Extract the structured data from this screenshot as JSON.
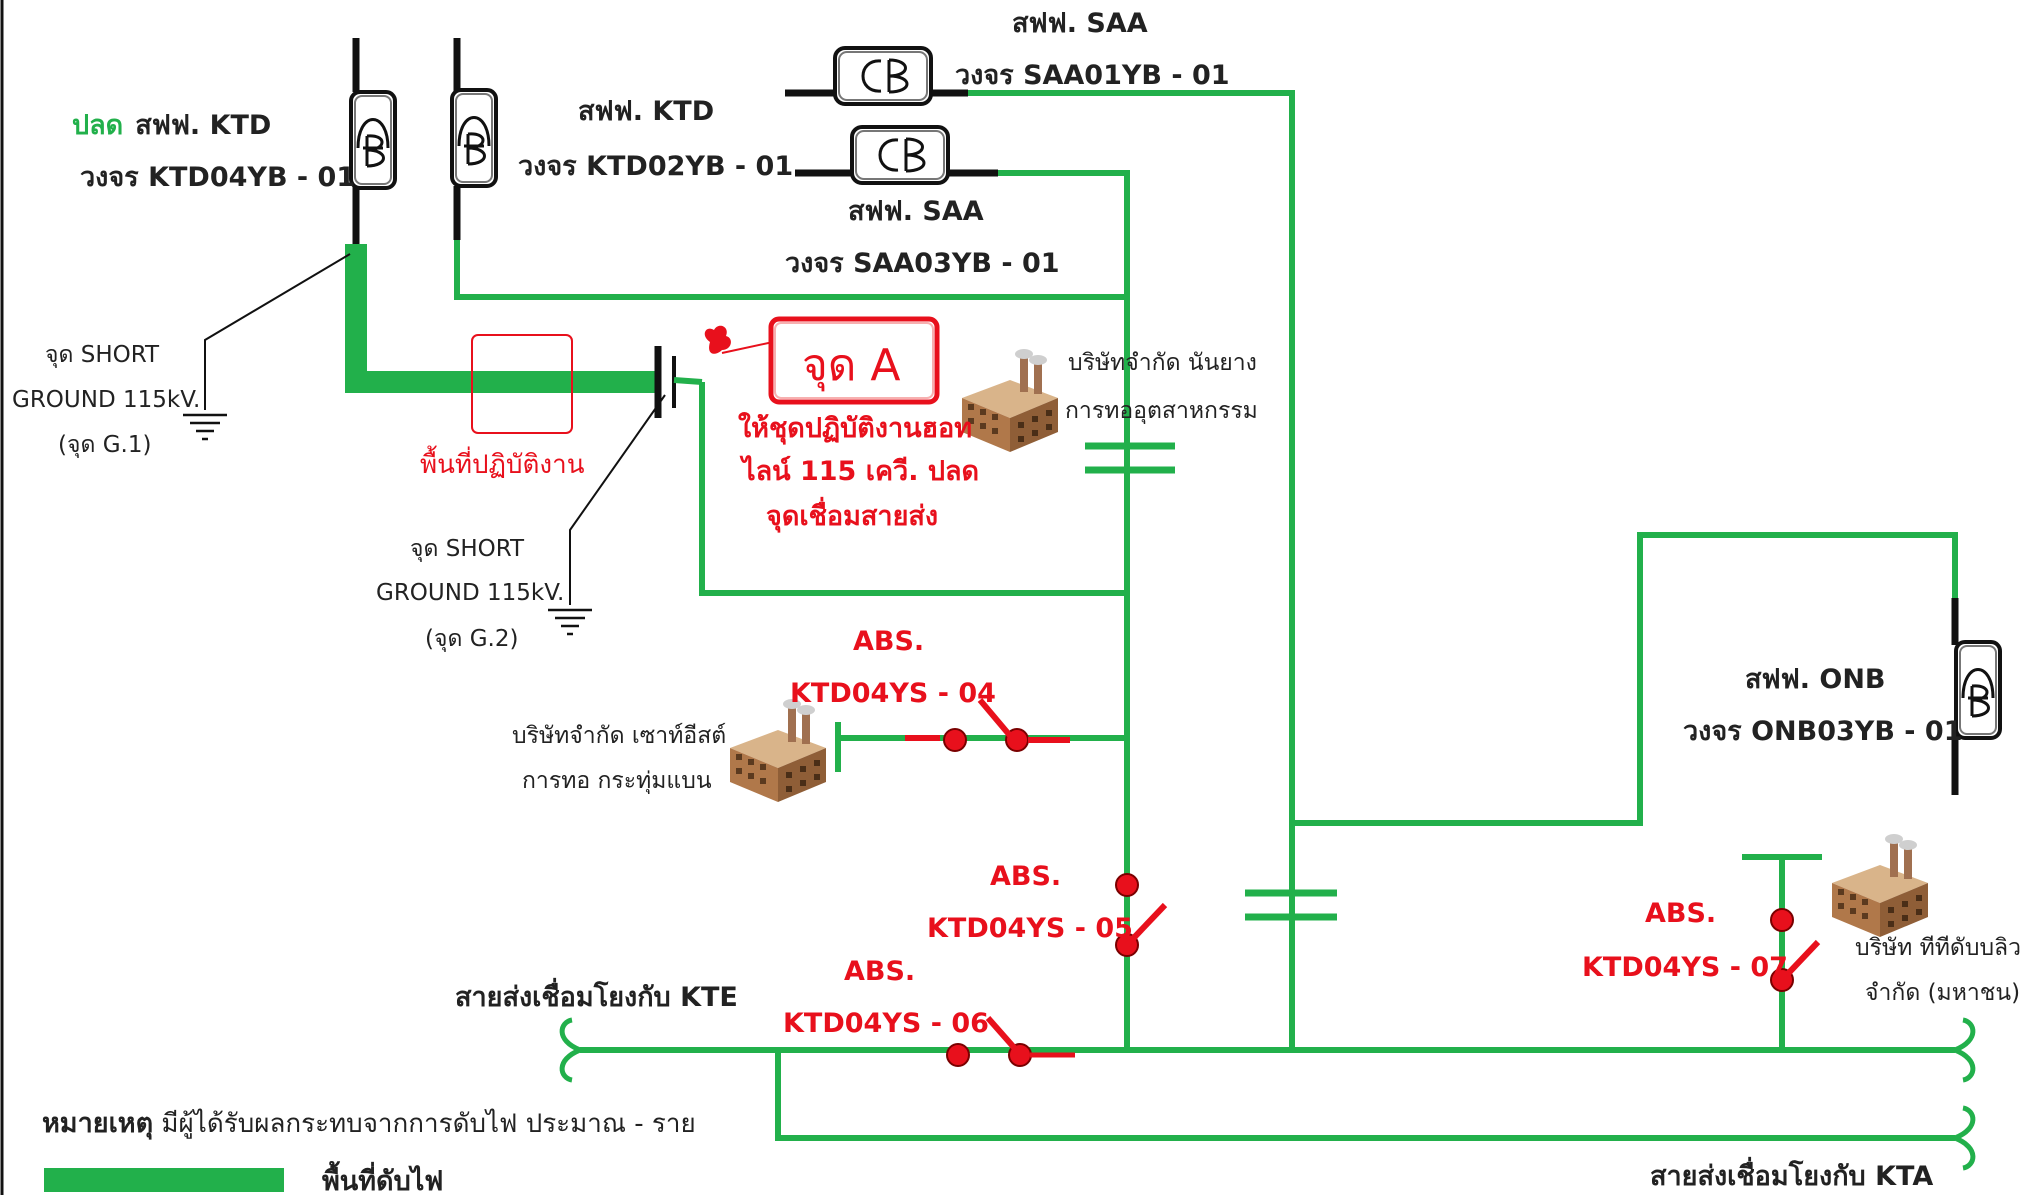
{
  "colors": {
    "energized_line": "#22b04b",
    "outage_line": "#22b04b",
    "switch_red": "#e8101c",
    "breaker_black": "#111111",
    "text_dark": "#222222"
  },
  "breakers": {
    "ktd04": {
      "prefix": "ปลด",
      "station": "สฟฟ. KTD",
      "circuit": "วงจร KTD04YB - 01",
      "icon": "cb-icon"
    },
    "ktd02": {
      "station": "สฟฟ. KTD",
      "circuit": "วงจร KTD02YB - 01",
      "icon": "cb-icon"
    },
    "saa01": {
      "station": "สฟฟ. SAA",
      "circuit": "วงจร SAA01YB - 01",
      "icon": "cb-icon"
    },
    "saa03": {
      "station": "สฟฟ. SAA",
      "circuit": "วงจร SAA03YB - 01",
      "icon": "cb-icon"
    },
    "onb03": {
      "station": "สฟฟ. ONB",
      "circuit": "วงจร ONB03YB - 01",
      "icon": "cb-icon"
    }
  },
  "grounds": {
    "g1": {
      "line1": "จุด SHORT",
      "line2": "GROUND 115kV.",
      "line3": "(จุด G.1)",
      "icon": "ground-icon"
    },
    "g2": {
      "line1": "จุด SHORT",
      "line2": "GROUND 115kV.",
      "line3": "(จุด G.2)",
      "icon": "ground-icon"
    }
  },
  "work_area": {
    "label": "พื้นที่ปฏิบัติงาน"
  },
  "point_a": {
    "title": "จุด A",
    "instruction_line1": "ให้ชุดปฏิบัติงานฮอท",
    "instruction_line2": "ไลน์ 115 เควี. ปลด",
    "instruction_line3": "จุดเชื่อมสายส่ง"
  },
  "customers": {
    "nanyang": {
      "line1": "บริษัทจำกัด นันยาง",
      "line2": "การทออุตสาหกรรม",
      "icon": "factory-icon"
    },
    "southeast": {
      "line1": "บริษัทจำกัด เซาท์อีสต์",
      "line2": "การทอ กระทุ่มแบน",
      "icon": "factory-icon"
    },
    "tdb": {
      "line1": "บริษัท ทีทีดับบลิว",
      "line2": "จำกัด (มหาชน)",
      "icon": "factory-icon"
    }
  },
  "switches": {
    "abs04": {
      "type": "ABS.",
      "name": "KTD04YS - 04"
    },
    "abs05": {
      "type": "ABS.",
      "name": "KTD04YS - 05"
    },
    "abs06": {
      "type": "ABS.",
      "name": "KTD04YS - 06"
    },
    "abs07": {
      "type": "ABS.",
      "name": "KTD04YS - 07"
    }
  },
  "tie_lines": {
    "kte": "สายส่งเชื่อมโยงกับ KTE",
    "kta": "สายส่งเชื่อมโยงกับ KTA"
  },
  "note": {
    "bold": "หมายเหตุ",
    "text": " มีผู้ได้รับผลกระทบจากการดับไฟ ประมาณ - ราย"
  },
  "legend": {
    "outage_label": "พื้นที่ดับไฟ"
  }
}
